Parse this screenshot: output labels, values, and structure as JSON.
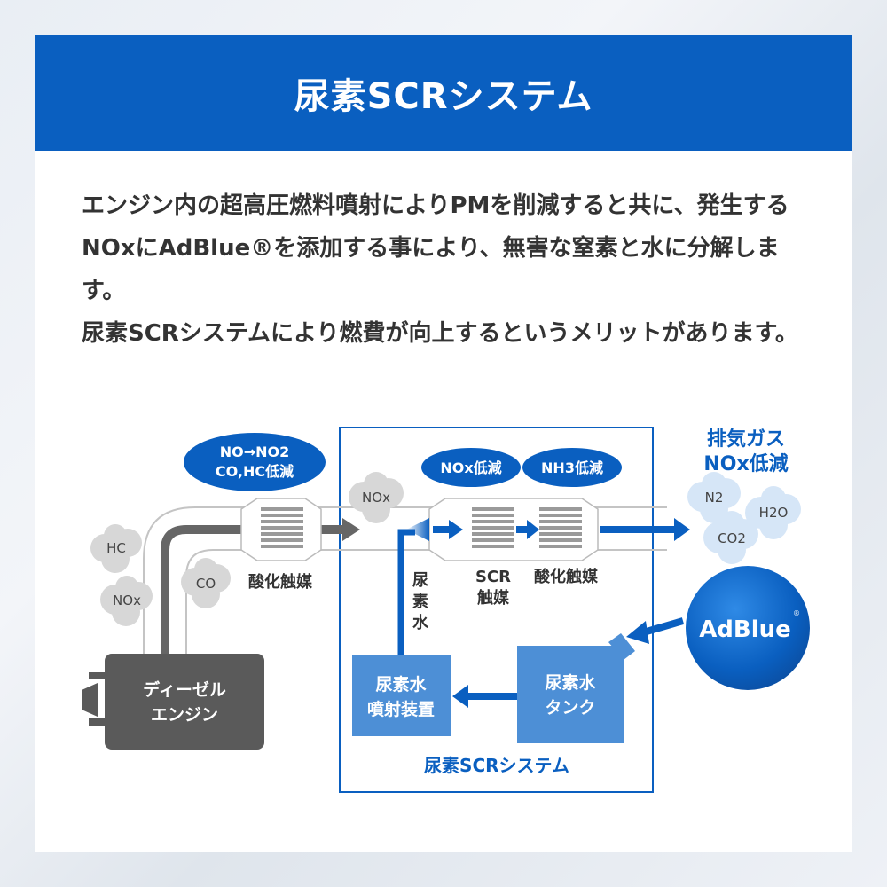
{
  "header": {
    "title": "尿素SCRシステム"
  },
  "description": {
    "paragraph1": "エンジン内の超高圧燃料噴射によりPMを削減すると共に、発生するNOxにAdBlue®を添加する事により、無害な窒素と水に分解します。",
    "paragraph2": "尿素SCRシステムにより燃費が向上するというメリットがあります。"
  },
  "diagram": {
    "badge_oxidation": {
      "line1": "NO→NO2",
      "line2": "CO,HC低減"
    },
    "badge_nox_reduction": "NOx低減",
    "badge_nh3_reduction": "NH3低減",
    "exhaust_label": {
      "line1": "排気ガス",
      "line2": "NOx低減"
    },
    "gas_bubbles": {
      "hc": "HC",
      "nox_engine": "NOx",
      "co": "CO",
      "nox_pipe": "NOx",
      "n2": "N2",
      "h2o": "H2O",
      "co2": "CO2"
    },
    "oxidation_catalyst_1": "酸化触媒",
    "scr_catalyst": {
      "line1": "SCR",
      "line2": "触媒"
    },
    "oxidation_catalyst_2": "酸化触媒",
    "urea_water_label": [
      "尿",
      "素",
      "水"
    ],
    "engine": {
      "line1": "ディーゼル",
      "line2": "エンジン"
    },
    "injector": {
      "line1": "尿素水",
      "line2": "噴射装置"
    },
    "tank": {
      "line1": "尿素水",
      "line2": "タンク"
    },
    "adblue_logo": "AdBlue",
    "adblue_mark": "®",
    "system_label": "尿素SCRシステム",
    "colors": {
      "brand_blue": "#0a5fc0",
      "light_blue_box": "#4d8fd6",
      "engine_gray": "#5a5a5a",
      "bubble_gray": "#d7d7d7",
      "bubble_blue": "#d6e6f7"
    }
  }
}
